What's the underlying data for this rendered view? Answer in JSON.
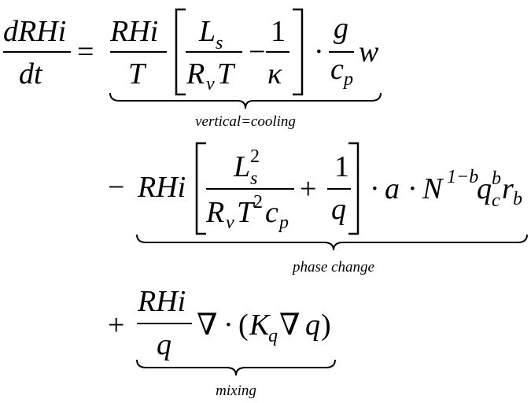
{
  "equation": {
    "lhs": {
      "numerator": "dRHi",
      "denominator": "dt",
      "equals": "="
    },
    "term1": {
      "coef_num": "RHi",
      "coef_den": "T",
      "frac1_num_base": "L",
      "frac1_num_sub": "s",
      "frac1_den_a": "R",
      "frac1_den_a_sub": "v",
      "frac1_den_b": "T",
      "minus": "−",
      "frac2_num": "1",
      "frac2_den": "κ",
      "dot": "·",
      "frac3_num": "g",
      "frac3_den": "c",
      "frac3_den_sub": "p",
      "tail": "w",
      "label": "vertical=cooling"
    },
    "term2": {
      "sign": "−",
      "coef": "RHi",
      "frac1_num_base": "L",
      "frac1_num_sup": "2",
      "frac1_num_sub": "s",
      "frac1_den_a": "R",
      "frac1_den_a_sub": "v",
      "frac1_den_b": "T",
      "frac1_den_b_sup": "2",
      "frac1_den_c": "c",
      "frac1_den_c_sub": "p",
      "plus": "+",
      "frac2_num": "1",
      "frac2_den": "q",
      "dot1": "·",
      "a": "a",
      "dot2": "·",
      "N": "N",
      "N_sup": "1−b",
      "q": "q",
      "q_sup": "b",
      "q_sub": "c",
      "r": "r",
      "r_sub": "b",
      "label": "phase change"
    },
    "term3": {
      "sign": "+",
      "frac_num": "RHi",
      "frac_den": "q",
      "nabla1": "∇",
      "dot": "·",
      "lparen": "(",
      "K": "K",
      "K_sub": "q",
      "nabla2": "∇",
      "q": "q",
      "rparen": ")",
      "label": "mixing"
    }
  }
}
